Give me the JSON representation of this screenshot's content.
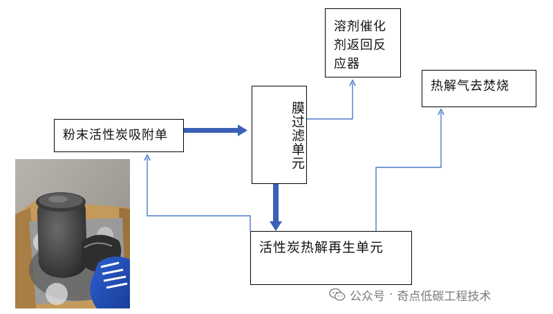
{
  "nodes": {
    "adsorption": "粉末活性炭吸附单",
    "membrane": "膜过滤单元",
    "solvent_catalyst": "溶剂催化剂返回反应器",
    "pyrolysis_gas": "热解气去焚烧",
    "regeneration": "活性炭热解再生单元"
  },
  "watermark": {
    "separator": "·",
    "prefix": "公众号",
    "account": "奇点低碳工程技术"
  },
  "icons": {
    "watermark_icon": "wechat-icon"
  },
  "colors": {
    "thick_arrow": "#3a60b8",
    "thin_arrow": "#4a78c8",
    "box_border": "#000000"
  }
}
